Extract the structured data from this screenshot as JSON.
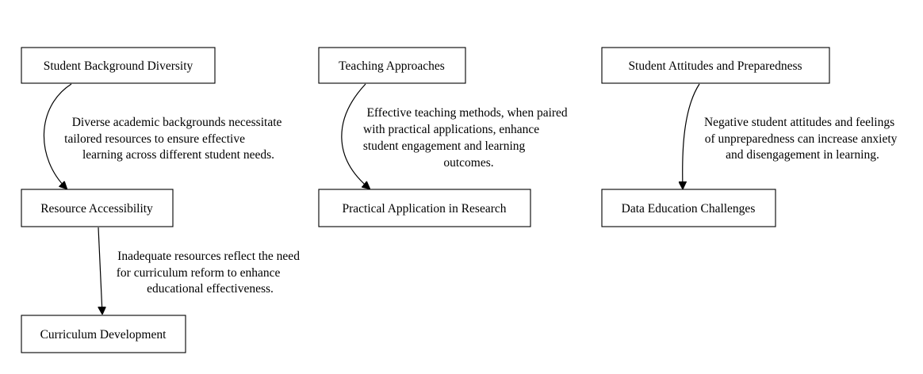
{
  "nodes": {
    "student_background_diversity": "Student Background Diversity",
    "resource_accessibility": "Resource Accessibility",
    "curriculum_development": "Curriculum Development",
    "teaching_approaches": "Teaching Approaches",
    "practical_application_in_research": "Practical Application in Research",
    "student_attitudes_and_preparedness": "Student Attitudes and Preparedness",
    "data_education_challenges": "Data Education Challenges"
  },
  "edges": {
    "diversity_to_resources": [
      "Diverse academic backgrounds necessitate",
      "tailored resources to ensure effective",
      "learning across different student needs."
    ],
    "resources_to_curriculum": [
      "Inadequate resources reflect the need",
      "for curriculum reform to enhance",
      "educational effectiveness."
    ],
    "teaching_to_practical": [
      "Effective teaching methods, when paired",
      "with practical applications, enhance",
      "student engagement and learning",
      "outcomes."
    ],
    "attitudes_to_challenges": [
      "Negative student attitudes and feelings",
      "of unpreparedness can increase anxiety",
      "and disengagement in learning."
    ]
  }
}
